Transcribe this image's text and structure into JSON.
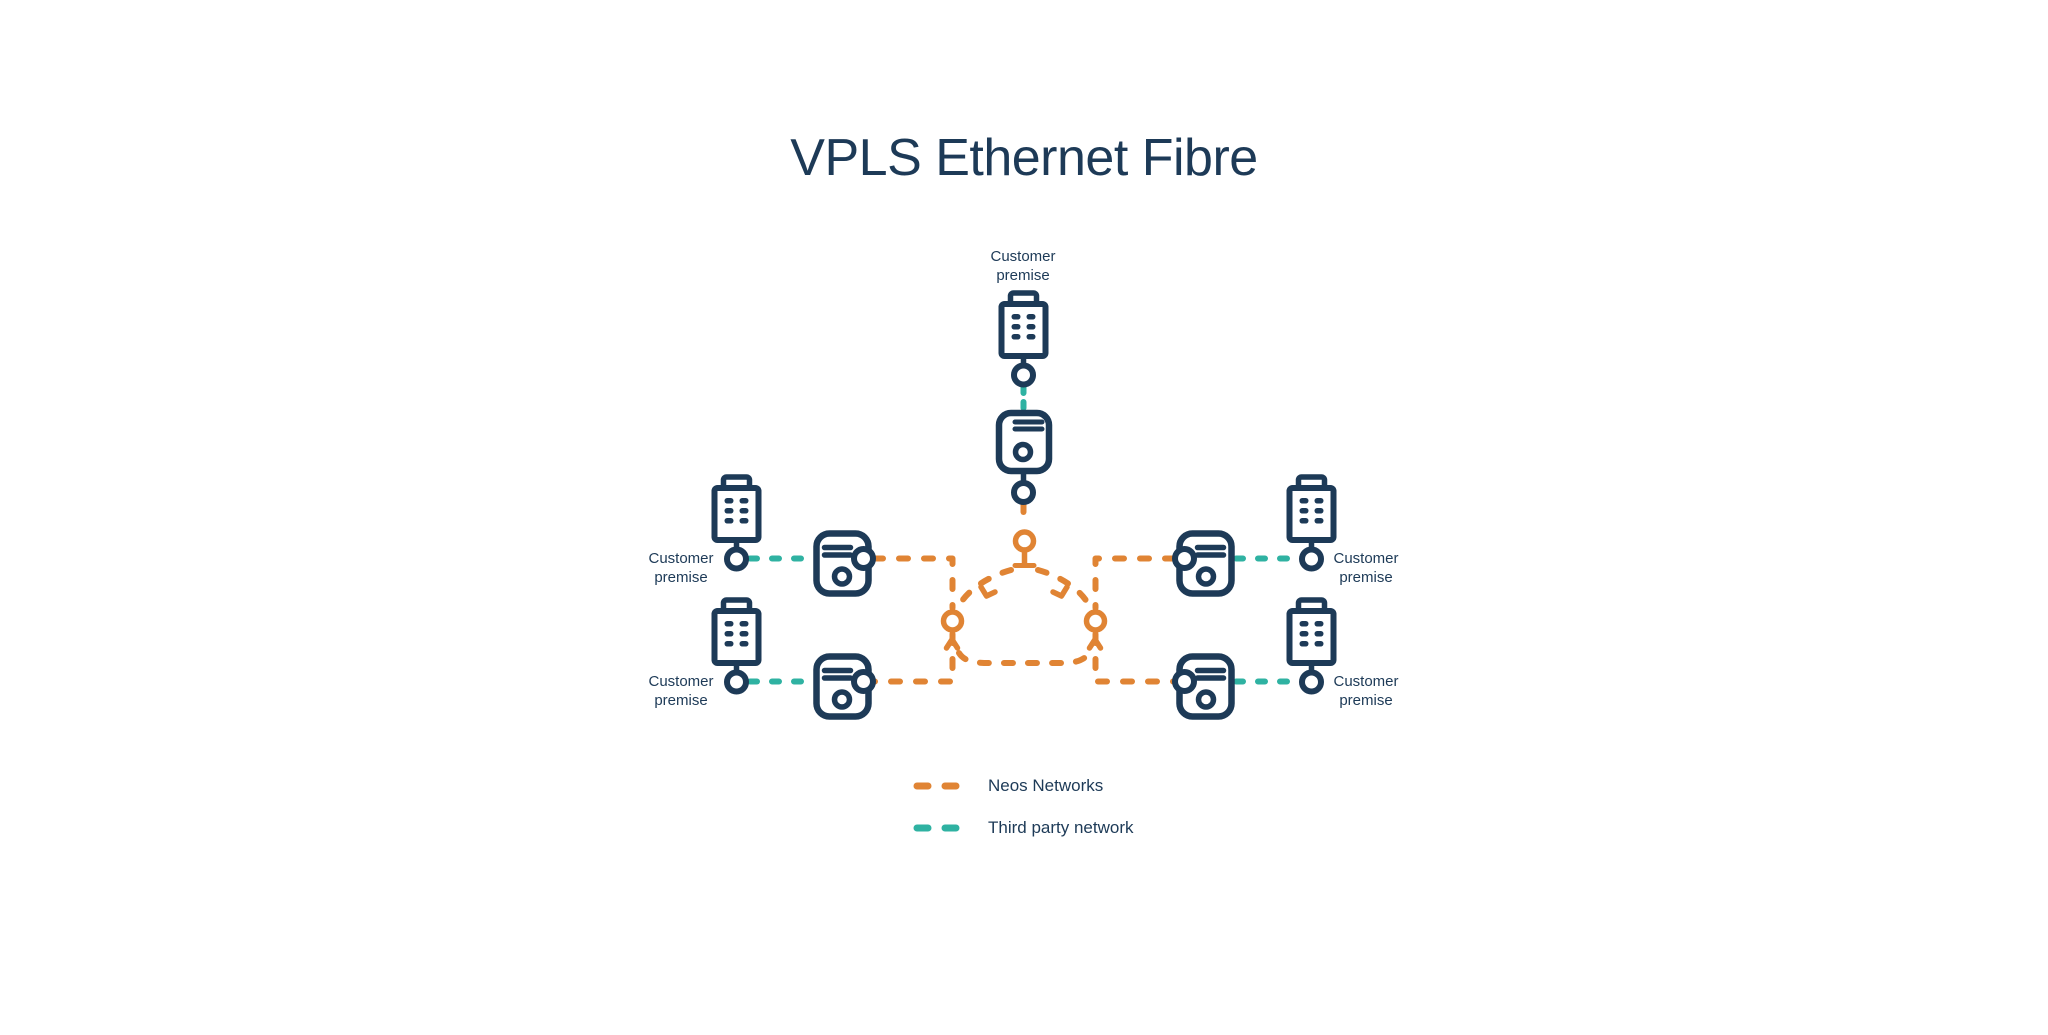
{
  "title": "VPLS Ethernet Fibre",
  "colors": {
    "navy": "#1d3a57",
    "orange": "#e08434",
    "teal": "#2fb2a2",
    "background": "#ffffff"
  },
  "labels": {
    "customer_premise": {
      "line1": "Customer",
      "line2": "premise"
    }
  },
  "legend": {
    "items": [
      {
        "label": "Neos Networks",
        "color": "#e08434",
        "style": "dashed"
      },
      {
        "label": "Third party network",
        "color": "#2fb2a2",
        "style": "dashed"
      }
    ]
  },
  "icons": {
    "customer_premise": "building-icon",
    "edge_router": "router-icon",
    "core_node": "server-icon",
    "cloud": "network-cloud-icon",
    "connection_point": "ring-icon"
  }
}
